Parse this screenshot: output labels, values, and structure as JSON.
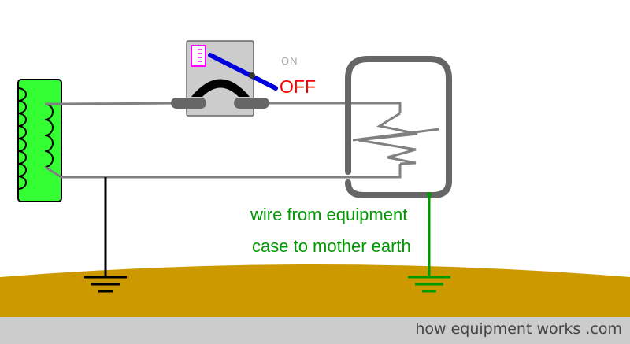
{
  "switch": {
    "on_label": "ON",
    "off_label": "OFF"
  },
  "annotation": {
    "line1": "wire from equipment",
    "line2": "case to mother earth"
  },
  "footer": {
    "text": "how equipment works .com"
  },
  "colors": {
    "earth": "#cc9900",
    "transformer": "#33ff33",
    "wire": "#808080",
    "case": "#666666",
    "switch_lever": "#0000dd",
    "off_label": "#ff0000",
    "on_label": "#aaaaaa",
    "ground_wire": "#009900",
    "annotation": "#009900",
    "footer_bg": "#cccccc"
  }
}
